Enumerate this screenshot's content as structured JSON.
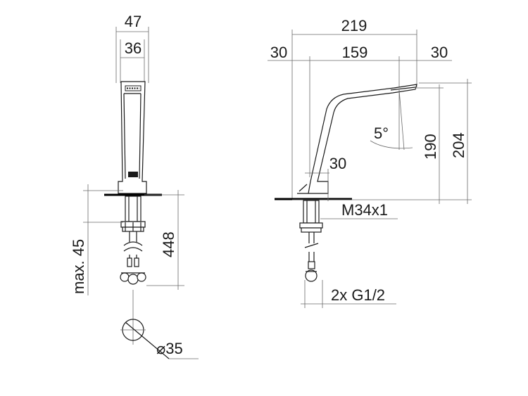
{
  "colors": {
    "line": "#1a1a1a",
    "dimension": "#6a6a6a",
    "background": "#ffffff"
  },
  "front_view": {
    "dim_overall_width": "47",
    "dim_spout_width": "36",
    "dim_deck_thickness": "max. 45",
    "dim_length_below_deck": "448",
    "dim_hole_diameter": "35",
    "diameter_symbol": "⌀"
  },
  "side_view": {
    "dim_overall_reach": "219",
    "dim_rear_offset": "30",
    "dim_spout_reach": "159",
    "dim_front_offset": "30",
    "dim_outlet_height": "190",
    "dim_total_height": "204",
    "dim_tilt_angle": "5°",
    "dim_base_offset": "30",
    "thread_spec": "M34x1",
    "connection_spec": "2x G1/2"
  }
}
